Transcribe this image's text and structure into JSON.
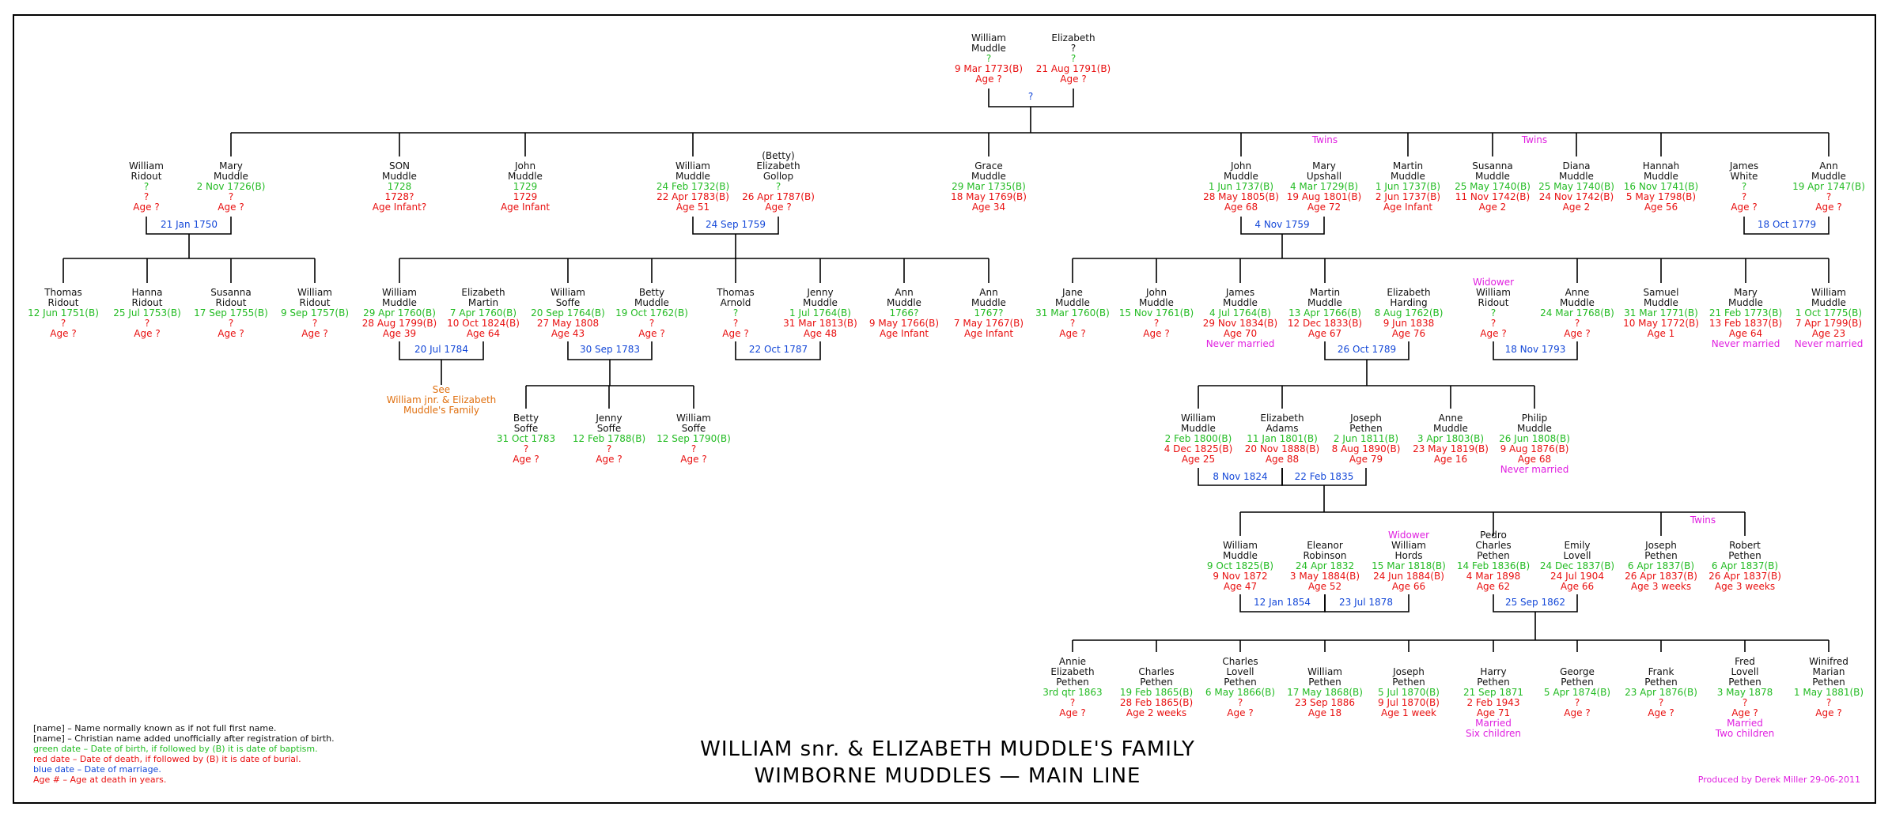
{
  "colors": {
    "name": "#111111",
    "birth": "#22bb22",
    "death": "#e81010",
    "marriage": "#1448d8",
    "note": "#e020e0",
    "see": "#e07010",
    "line": "#000000"
  },
  "title": {
    "line1": "WILLIAM snr. & ELIZABETH MUDDLE'S FAMILY",
    "line2": "WIMBORNE MUDDLES — MAIN LINE"
  },
  "credit": "Produced by Derek Miller 29-06-2011",
  "legend": [
    {
      "text": "[name] – Name normally known as if not full first name.",
      "color": "name"
    },
    {
      "text": "[name] – Christian name added unofficially after registration of birth.",
      "color": "name"
    },
    {
      "text": "green date – Date of birth, if followed by (B) it is date of baptism.",
      "color": "birth"
    },
    {
      "text": "red date – Date of death, if followed by (B) it is date of burial.",
      "color": "death"
    },
    {
      "text": "blue date – Date of marriage.",
      "color": "marriage"
    },
    {
      "text": "Age # – Age at death in years.",
      "color": "death"
    }
  ],
  "twins_label": "Twins",
  "people": [
    {
      "id": "w_snr",
      "pre": "",
      "name": [
        "William",
        "Muddle"
      ],
      "born": "?",
      "died": "9 Mar 1773(B)",
      "age": "Age ?",
      "post": []
    },
    {
      "id": "e_snr",
      "pre": "",
      "name": [
        "Elizabeth",
        "?"
      ],
      "born": "?",
      "died": "21 Aug 1791(B)",
      "age": "Age ?",
      "post": []
    },
    {
      "id": "w_ridout",
      "pre": "",
      "name": [
        "William",
        "Ridout"
      ],
      "born": "?",
      "died": "?",
      "age": "Age ?",
      "post": []
    },
    {
      "id": "mary_m",
      "pre": "",
      "name": [
        "Mary",
        "Muddle"
      ],
      "born": "2 Nov 1726(B)",
      "died": "?",
      "age": "Age ?",
      "post": []
    },
    {
      "id": "son_m",
      "pre": "",
      "name": [
        "SON",
        "Muddle"
      ],
      "born": "1728",
      "died": "1728?",
      "age": "Age Infant?",
      "post": []
    },
    {
      "id": "john_1729",
      "pre": "",
      "name": [
        "John",
        "Muddle"
      ],
      "born": "1729",
      "died": "1729",
      "age": "Age Infant",
      "post": []
    },
    {
      "id": "w_1732",
      "pre": "",
      "name": [
        "William",
        "Muddle"
      ],
      "born": "24 Feb 1732(B)",
      "died": "22 Apr 1783(B)",
      "age": "Age 51",
      "post": []
    },
    {
      "id": "e_gollop",
      "pre": "",
      "name": [
        "(Betty)",
        "Elizabeth",
        "Gollop"
      ],
      "born": "?",
      "died": "26 Apr 1787(B)",
      "age": "Age ?",
      "post": []
    },
    {
      "id": "grace",
      "pre": "",
      "name": [
        "Grace",
        "Muddle"
      ],
      "born": "29 Mar 1735(B)",
      "died": "18 May 1769(B)",
      "age": "Age 34",
      "post": []
    },
    {
      "id": "john_1737",
      "pre": "",
      "name": [
        "John",
        "Muddle"
      ],
      "born": "1 Jun 1737(B)",
      "died": "28 May 1805(B)",
      "age": "Age 68",
      "post": []
    },
    {
      "id": "mary_up",
      "pre": "",
      "name": [
        "Mary",
        "Upshall"
      ],
      "born": "4 Mar 1729(B)",
      "died": "19 Aug 1801(B)",
      "age": "Age 72",
      "post": []
    },
    {
      "id": "martin_1737",
      "pre": "",
      "name": [
        "Martin",
        "Muddle"
      ],
      "born": "1 Jun 1737(B)",
      "died": "2 Jun 1737(B)",
      "age": "Age Infant",
      "post": []
    },
    {
      "id": "susanna_m",
      "pre": "",
      "name": [
        "Susanna",
        "Muddle"
      ],
      "born": "25 May 1740(B)",
      "died": "11 Nov 1742(B)",
      "age": "Age 2",
      "post": []
    },
    {
      "id": "diana_m",
      "pre": "",
      "name": [
        "Diana",
        "Muddle"
      ],
      "born": "25 May 1740(B)",
      "died": "24 Nov 1742(B)",
      "age": "Age 2",
      "post": []
    },
    {
      "id": "hannah_m",
      "pre": "",
      "name": [
        "Hannah",
        "Muddle"
      ],
      "born": "16 Nov 1741(B)",
      "died": "5 May 1798(B)",
      "age": "Age 56",
      "post": []
    },
    {
      "id": "james_white",
      "pre": "",
      "name": [
        "James",
        "White"
      ],
      "born": "?",
      "died": "?",
      "age": "Age ?",
      "post": []
    },
    {
      "id": "ann_1747",
      "pre": "",
      "name": [
        "Ann",
        "Muddle"
      ],
      "born": "19 Apr 1747(B)",
      "died": "?",
      "age": "Age ?",
      "post": []
    },
    {
      "id": "thomas_r",
      "pre": "",
      "name": [
        "Thomas",
        "Ridout"
      ],
      "born": "12 Jun 1751(B)",
      "died": "?",
      "age": "Age ?",
      "post": []
    },
    {
      "id": "hanna_r",
      "pre": "",
      "name": [
        "Hanna",
        "Ridout"
      ],
      "born": "25 Jul 1753(B)",
      "died": "?",
      "age": "Age ?",
      "post": []
    },
    {
      "id": "susanna_r",
      "pre": "",
      "name": [
        "Susanna",
        "Ridout"
      ],
      "born": "17 Sep 1755(B)",
      "died": "?",
      "age": "Age ?",
      "post": []
    },
    {
      "id": "william_r",
      "pre": "",
      "name": [
        "William",
        "Ridout"
      ],
      "born": "9 Sep 1757(B)",
      "died": "?",
      "age": "Age ?",
      "post": []
    },
    {
      "id": "w_1760",
      "pre": "",
      "name": [
        "William",
        "Muddle"
      ],
      "born": "29 Apr 1760(B)",
      "died": "28 Aug 1799(B)",
      "age": "Age 39",
      "post": []
    },
    {
      "id": "e_martin",
      "pre": "",
      "name": [
        "Elizabeth",
        "Martin"
      ],
      "born": "7 Apr 1760(B)",
      "died": "10 Oct 1824(B)",
      "age": "Age 64",
      "post": []
    },
    {
      "id": "w_soffe",
      "pre": "",
      "name": [
        "William",
        "Soffe"
      ],
      "born": "20 Sep 1764(B)",
      "died": "27 May 1808",
      "age": "Age 43",
      "post": []
    },
    {
      "id": "betty_m",
      "pre": "",
      "name": [
        "Betty",
        "Muddle"
      ],
      "born": "19 Oct 1762(B)",
      "died": "?",
      "age": "Age ?",
      "post": []
    },
    {
      "id": "thomas_arnold",
      "pre": "",
      "name": [
        "Thomas",
        "Arnold"
      ],
      "born": "?",
      "died": "?",
      "age": "Age ?",
      "post": []
    },
    {
      "id": "jenny_m",
      "pre": "",
      "name": [
        "Jenny",
        "Muddle"
      ],
      "born": "1 Jul 1764(B)",
      "died": "31 Mar 1813(B)",
      "age": "Age 48",
      "post": []
    },
    {
      "id": "ann_1766",
      "pre": "",
      "name": [
        "Ann",
        "Muddle"
      ],
      "born": "1766?",
      "died": "9 May 1766(B)",
      "age": "Age Infant",
      "post": []
    },
    {
      "id": "ann_1767",
      "pre": "",
      "name": [
        "Ann",
        "Muddle"
      ],
      "born": "1767?",
      "died": "7 May 1767(B)",
      "age": "Age Infant",
      "post": []
    },
    {
      "id": "jane_m",
      "pre": "",
      "name": [
        "Jane",
        "Muddle"
      ],
      "born": "31 Mar 1760(B)",
      "died": "?",
      "age": "Age ?",
      "post": []
    },
    {
      "id": "john_1761",
      "pre": "",
      "name": [
        "John",
        "Muddle"
      ],
      "born": "15 Nov 1761(B)",
      "died": "?",
      "age": "Age ?",
      "post": []
    },
    {
      "id": "james_m",
      "pre": "",
      "name": [
        "James",
        "Muddle"
      ],
      "born": "4 Jul 1764(B)",
      "died": "29 Nov 1834(B)",
      "age": "Age 70",
      "post": [
        "Never married"
      ]
    },
    {
      "id": "martin_1766",
      "pre": "",
      "name": [
        "Martin",
        "Muddle"
      ],
      "born": "13 Apr 1766(B)",
      "died": "12 Dec 1833(B)",
      "age": "Age 67",
      "post": []
    },
    {
      "id": "e_harding",
      "pre": "",
      "name": [
        "Elizabeth",
        "Harding"
      ],
      "born": "8 Aug 1762(B)",
      "died": "9 Jun 1838",
      "age": "Age 76",
      "post": []
    },
    {
      "id": "w_ridout2",
      "pre": "Widower",
      "name": [
        "William",
        "Ridout"
      ],
      "born": "?",
      "died": "?",
      "age": "Age ?",
      "post": []
    },
    {
      "id": "anne_1768",
      "pre": "",
      "name": [
        "Anne",
        "Muddle"
      ],
      "born": "24 Mar 1768(B)",
      "died": "?",
      "age": "Age ?",
      "post": []
    },
    {
      "id": "samuel_m",
      "pre": "",
      "name": [
        "Samuel",
        "Muddle"
      ],
      "born": "31 Mar 1771(B)",
      "died": "10 May 1772(B)",
      "age": "Age 1",
      "post": []
    },
    {
      "id": "mary_1773",
      "pre": "",
      "name": [
        "Mary",
        "Muddle"
      ],
      "born": "21 Feb 1773(B)",
      "died": "13 Feb 1837(B)",
      "age": "Age 64",
      "post": [
        "Never married"
      ]
    },
    {
      "id": "w_1775",
      "pre": "",
      "name": [
        "William",
        "Muddle"
      ],
      "born": "1 Oct 1775(B)",
      "died": "7 Apr 1799(B)",
      "age": "Age 23",
      "post": [
        "Never married"
      ]
    },
    {
      "id": "betty_s",
      "pre": "",
      "name": [
        "Betty",
        "Soffe"
      ],
      "born": "31 Oct 1783",
      "died": "?",
      "age": "Age ?",
      "post": []
    },
    {
      "id": "jenny_s",
      "pre": "",
      "name": [
        "Jenny",
        "Soffe"
      ],
      "born": "12 Feb 1788(B)",
      "died": "?",
      "age": "Age ?",
      "post": []
    },
    {
      "id": "william_s",
      "pre": "",
      "name": [
        "William",
        "Soffe"
      ],
      "born": "12 Sep 1790(B)",
      "died": "?",
      "age": "Age ?",
      "post": []
    },
    {
      "id": "w_1800",
      "pre": "",
      "name": [
        "William",
        "Muddle"
      ],
      "born": "2 Feb 1800(B)",
      "died": "4 Dec 1825(B)",
      "age": "Age 25",
      "post": []
    },
    {
      "id": "e_adams",
      "pre": "",
      "name": [
        "Elizabeth",
        "Adams"
      ],
      "born": "11 Jan 1801(B)",
      "died": "20 Nov 1888(B)",
      "age": "Age 88",
      "post": []
    },
    {
      "id": "joseph_p",
      "pre": "",
      "name": [
        "Joseph",
        "Pethen"
      ],
      "born": "2 Jun 1811(B)",
      "died": "8 Aug 1890(B)",
      "age": "Age 79",
      "post": []
    },
    {
      "id": "anne_1803",
      "pre": "",
      "name": [
        "Anne",
        "Muddle"
      ],
      "born": "3 Apr 1803(B)",
      "died": "23 May 1819(B)",
      "age": "Age 16",
      "post": []
    },
    {
      "id": "philip_m",
      "pre": "",
      "name": [
        "Philip",
        "Muddle"
      ],
      "born": "26 Jun 1808(B)",
      "died": "9 Aug 1876(B)",
      "age": "Age 68",
      "post": [
        "Never married"
      ]
    },
    {
      "id": "w_1825",
      "pre": "",
      "name": [
        "William",
        "Muddle"
      ],
      "born": "9 Oct 1825(B)",
      "died": "9 Nov 1872",
      "age": "Age 47",
      "post": []
    },
    {
      "id": "eleanor_r",
      "pre": "",
      "name": [
        "Eleanor",
        "Robinson"
      ],
      "born": "24 Apr 1832",
      "died": "3 May 1884(B)",
      "age": "Age 52",
      "post": []
    },
    {
      "id": "w_hords",
      "pre": "Widower",
      "name": [
        "William",
        "Hords"
      ],
      "born": "15 Mar 1818(B)",
      "died": "24 Jun 1884(B)",
      "age": "Age 66",
      "post": []
    },
    {
      "id": "pedro_p",
      "pre": "",
      "name": [
        "Pedro",
        "Charles",
        "Pethen"
      ],
      "born": "14 Feb 1836(B)",
      "died": "4 Mar 1898",
      "age": "Age 62",
      "post": []
    },
    {
      "id": "emily_l",
      "pre": "",
      "name": [
        "Emily",
        "Lovell"
      ],
      "born": "24 Dec 1837(B)",
      "died": "24 Jul 1904",
      "age": "Age 66",
      "post": []
    },
    {
      "id": "joseph_p2",
      "pre": "",
      "name": [
        "Joseph",
        "Pethen"
      ],
      "born": "6 Apr 1837(B)",
      "died": "26 Apr 1837(B)",
      "age": "Age 3 weeks",
      "post": []
    },
    {
      "id": "robert_p",
      "pre": "",
      "name": [
        "Robert",
        "Pethen"
      ],
      "born": "6 Apr 1837(B)",
      "died": "26 Apr 1837(B)",
      "age": "Age 3 weeks",
      "post": []
    },
    {
      "id": "annie_p",
      "pre": "",
      "name": [
        "Annie",
        "Elizabeth",
        "Pethen"
      ],
      "born": "3rd qtr 1863",
      "died": "?",
      "age": "Age ?",
      "post": []
    },
    {
      "id": "charles_p",
      "pre": "",
      "name": [
        "Charles",
        "Pethen"
      ],
      "born": "19 Feb 1865(B)",
      "died": "28 Feb 1865(B)",
      "age": "Age 2 weeks",
      "post": []
    },
    {
      "id": "charles_lp",
      "pre": "",
      "name": [
        "Charles",
        "Lovell",
        "Pethen"
      ],
      "born": "6 May 1866(B)",
      "died": "?",
      "age": "Age ?",
      "post": []
    },
    {
      "id": "william_p",
      "pre": "",
      "name": [
        "William",
        "Pethen"
      ],
      "born": "17 May 1868(B)",
      "died": "23 Sep 1886",
      "age": "Age 18",
      "post": []
    },
    {
      "id": "joseph_p3",
      "pre": "",
      "name": [
        "Joseph",
        "Pethen"
      ],
      "born": "5 Jul 1870(B)",
      "died": "9 Jul 1870(B)",
      "age": "Age 1 week",
      "post": []
    },
    {
      "id": "harry_p",
      "pre": "",
      "name": [
        "Harry",
        "Pethen"
      ],
      "born": "21 Sep 1871",
      "died": "2 Feb 1943",
      "age": "Age 71",
      "post": [
        "Married",
        "Six children"
      ]
    },
    {
      "id": "george_p",
      "pre": "",
      "name": [
        "George",
        "Pethen"
      ],
      "born": "5 Apr 1874(B)",
      "died": "?",
      "age": "Age ?",
      "post": []
    },
    {
      "id": "frank_p",
      "pre": "",
      "name": [
        "Frank",
        "Pethen"
      ],
      "born": "23 Apr 1876(B)",
      "died": "?",
      "age": "Age ?",
      "post": []
    },
    {
      "id": "fred_p",
      "pre": "",
      "name": [
        "Fred",
        "Lovell",
        "Pethen"
      ],
      "born": "3 May 1878",
      "died": "?",
      "age": "Age ?",
      "post": [
        "Married",
        "Two children"
      ]
    },
    {
      "id": "winifred_p",
      "pre": "",
      "name": [
        "Winifred",
        "Marian",
        "Pethen"
      ],
      "born": "1 May 1881(B)",
      "died": "?",
      "age": "Age ?",
      "post": []
    }
  ],
  "marriages": [
    {
      "id": "m_snr",
      "date": "?"
    },
    {
      "id": "m_ridout",
      "date": "21 Jan 1750"
    },
    {
      "id": "m_gollop",
      "date": "24 Sep 1759"
    },
    {
      "id": "m_upshall",
      "date": "4 Nov 1759"
    },
    {
      "id": "m_white",
      "date": "18 Oct 1779"
    },
    {
      "id": "m_martin",
      "date": "20 Jul 1784"
    },
    {
      "id": "m_soffe",
      "date": "30 Sep 1783"
    },
    {
      "id": "m_arnold",
      "date": "22 Oct 1787"
    },
    {
      "id": "m_harding",
      "date": "26 Oct 1789"
    },
    {
      "id": "m_ridout2",
      "date": "18 Nov 1793"
    },
    {
      "id": "m_adams",
      "date": "8 Nov 1824"
    },
    {
      "id": "m_pethen",
      "date": "22 Feb 1835"
    },
    {
      "id": "m_robinson",
      "date": "12 Jan 1854"
    },
    {
      "id": "m_hords",
      "date": "23 Jul 1878"
    },
    {
      "id": "m_lovell",
      "date": "25 Sep 1862"
    }
  ],
  "see_note": [
    "See",
    "William jnr. & Elizabeth",
    "Muddle's Family"
  ]
}
